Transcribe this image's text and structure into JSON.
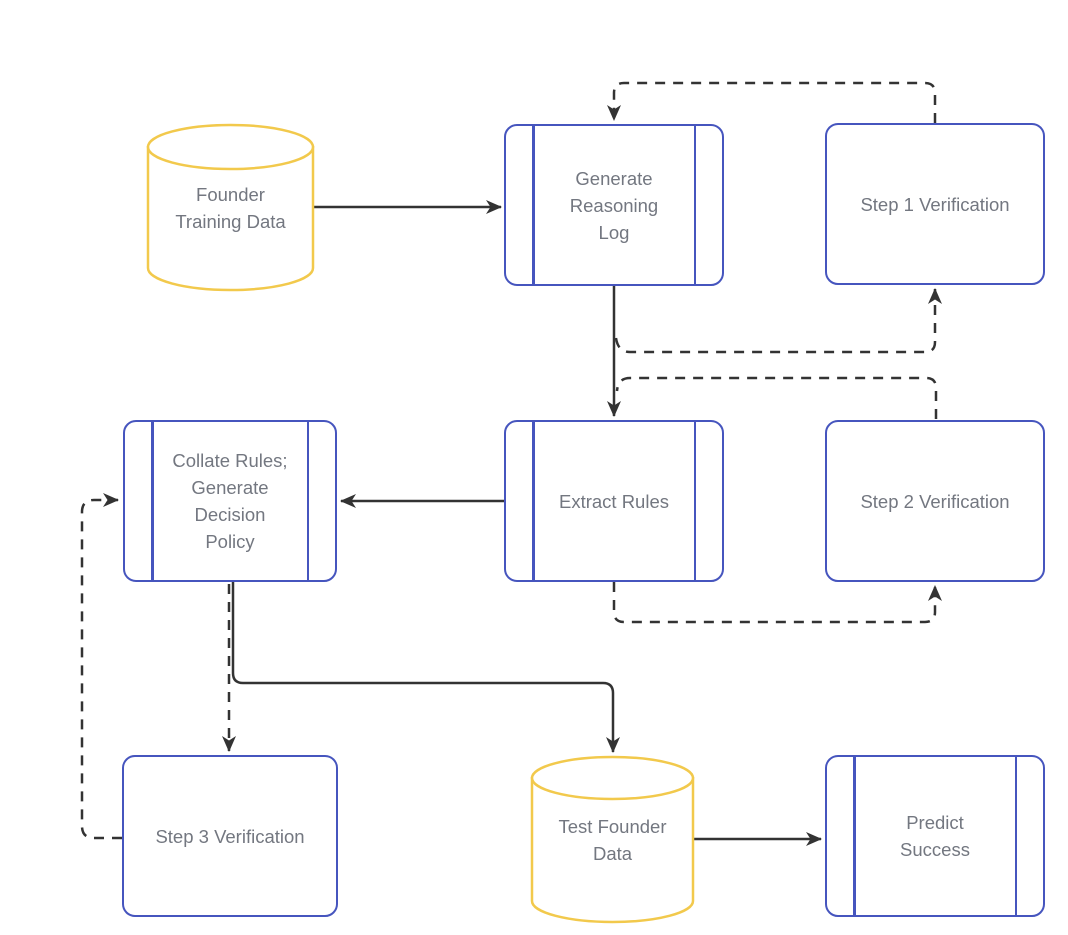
{
  "diagram": {
    "background": "#ffffff",
    "colors": {
      "process_border_blue": "#4655be",
      "data_store_border_yellow": "#f2c94c",
      "edge_color": "#333333",
      "label_text": "#737780"
    },
    "nodes": {
      "founder_training_data": {
        "label": "Founder\nTraining Data",
        "shape": "cylinder"
      },
      "generate_reasoning_log": {
        "label": "Generate\nReasoning\nLog",
        "shape": "subroutine"
      },
      "step_1_verification": {
        "label": "Step 1 Verification",
        "shape": "rounded-rect"
      },
      "extract_rules": {
        "label": "Extract Rules",
        "shape": "subroutine"
      },
      "step_2_verification": {
        "label": "Step 2 Verification",
        "shape": "rounded-rect"
      },
      "collate_rules": {
        "label": "Collate Rules;\nGenerate\nDecision\nPolicy",
        "shape": "subroutine"
      },
      "step_3_verification": {
        "label": "Step 3 Verification",
        "shape": "rounded-rect"
      },
      "test_founder_data": {
        "label": "Test Founder\nData",
        "shape": "cylinder"
      },
      "predict_success": {
        "label": "Predict\nSuccess",
        "shape": "subroutine"
      }
    },
    "edges": [
      {
        "from": "founder_training_data",
        "to": "generate_reasoning_log",
        "style": "solid"
      },
      {
        "from": "generate_reasoning_log",
        "to": "extract_rules",
        "style": "solid"
      },
      {
        "from": "generate_reasoning_log",
        "to": "step_1_verification",
        "style": "dashed"
      },
      {
        "from": "step_1_verification",
        "to": "generate_reasoning_log",
        "style": "dashed"
      },
      {
        "from": "extract_rules",
        "to": "step_2_verification",
        "style": "dashed"
      },
      {
        "from": "step_2_verification",
        "to": "extract_rules",
        "style": "dashed"
      },
      {
        "from": "extract_rules",
        "to": "collate_rules",
        "style": "solid"
      },
      {
        "from": "collate_rules",
        "to": "step_3_verification",
        "style": "dashed"
      },
      {
        "from": "step_3_verification",
        "to": "collate_rules",
        "style": "dashed"
      },
      {
        "from": "collate_rules",
        "to": "test_founder_data",
        "style": "solid"
      },
      {
        "from": "test_founder_data",
        "to": "predict_success",
        "style": "solid"
      }
    ]
  }
}
